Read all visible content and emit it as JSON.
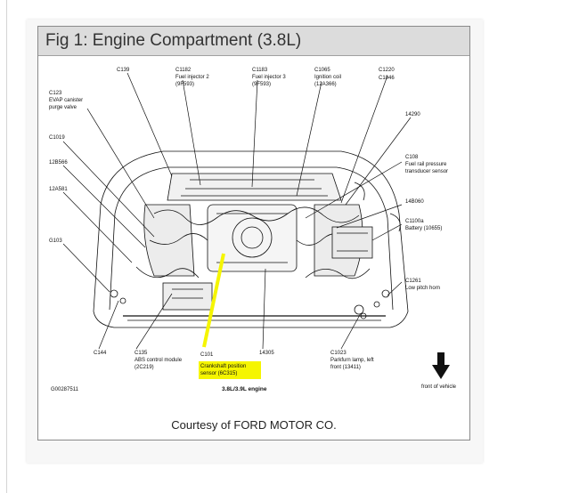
{
  "figure": {
    "title": "Fig 1: Engine Compartment (3.8L)",
    "caption": "Courtesy of FORD MOTOR CO.",
    "engine_label": "3.8L/3.9L engine",
    "drawing_code": "G00287511",
    "front_label": "front of vehicle",
    "highlight_color": "#f5f500"
  },
  "callouts": {
    "c139": "C139",
    "c1182": [
      "C1182",
      "Fuel injector 2",
      "(9F593)"
    ],
    "c1183": [
      "C1183",
      "Fuel injector 3",
      "(9F593)"
    ],
    "c1065": [
      "C1065",
      "Ignition coil",
      "(12A366)"
    ],
    "c1220": [
      "C1220",
      "C1046"
    ],
    "c123": [
      "C123",
      "EVAP canister",
      "purge valve"
    ],
    "p14290": "14290",
    "c1019": "C1019",
    "p12b566": "12B566",
    "c108": [
      "C108",
      "Fuel rail pressure",
      "transducer sensor"
    ],
    "p12a581": "12A581",
    "p14b060": "14B060",
    "c1100a": [
      "C1100a",
      "Battery (10655)"
    ],
    "g103": "G103",
    "c1261": [
      "C1261",
      "Low pitch horn"
    ],
    "c144": "C144",
    "c135": [
      "C135",
      "ABS control module",
      "(2C219)"
    ],
    "c101": [
      "C101",
      "Crankshaft position",
      "sensor (6C315)"
    ],
    "p14305": "14305",
    "c1023": [
      "C1023",
      "Parkfurn lamp, left",
      "front (13411)"
    ]
  }
}
